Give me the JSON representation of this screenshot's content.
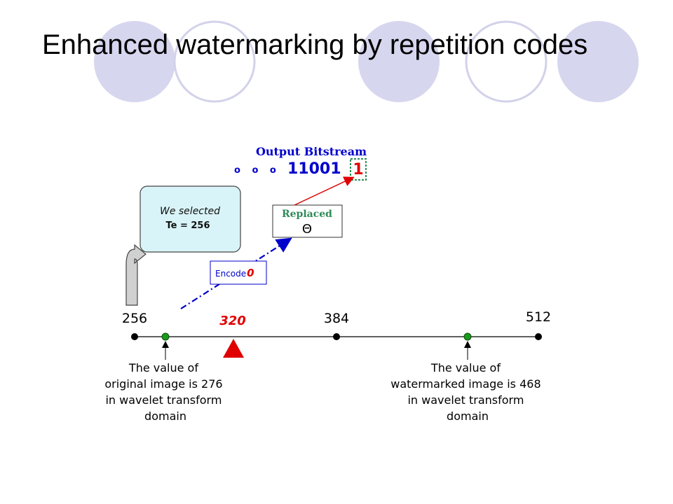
{
  "slide": {
    "title": "Enhanced watermarking by repetition codes"
  },
  "diagram": {
    "output_label": "Output Bitstream",
    "ellipsis": "o o o",
    "bitstream": "11001",
    "replaced_bit": "1",
    "callout_line1": "We selected",
    "callout_line2": "Te = 256",
    "replaced_label": "Replaced",
    "replaced_symbol": "Θ",
    "encode_label": "Encode",
    "encode_bit": "0",
    "scale": {
      "tick_256": "256",
      "tick_320": "320",
      "tick_384": "384",
      "tick_512": "512"
    },
    "original_note": [
      "The value of",
      "original image is 276",
      "in wavelet transform",
      "domain"
    ],
    "watermarked_note": [
      "The value of",
      "watermarked image is 468",
      "in wavelet transform",
      "domain"
    ]
  },
  "colors": {
    "circle_fill": "#d6d6ef",
    "circle_outline": "#c9c9e6",
    "accent_blue": "#0000cc",
    "accent_red": "#e00000",
    "replaced_green": "#2e8b57",
    "callout_fill": "#d9f4f8",
    "marker_green": "#1a9a1a"
  }
}
